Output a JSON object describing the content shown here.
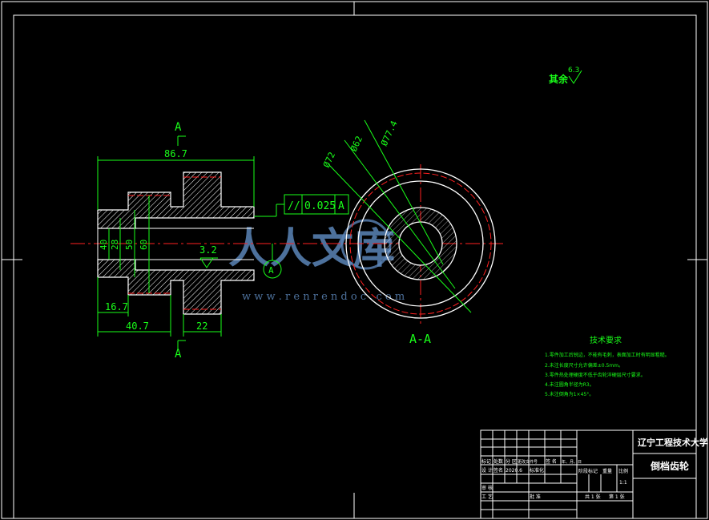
{
  "drawing": {
    "title_school": "辽宁工程技术大学",
    "part_name": "倒档齿轮",
    "scale": "1:1",
    "roughness_rest_label": "其余",
    "roughness_rest_value": "6.3",
    "roughness_bore_value": "3.2",
    "section_letter": "A",
    "section_view_label": "A-A",
    "datum_label": "A"
  },
  "tolerance": {
    "symbol": "//",
    "value": "0.025",
    "datum": "A"
  },
  "dimensions": {
    "overall_length": "86.7",
    "hub_length": "40.7",
    "shoulder_length": "16.7",
    "tooth_width": "22",
    "d_40": "40",
    "d_28": "28",
    "d_50": "50",
    "d_60": "60",
    "phi_outer": "Ø77.4",
    "phi_pitch": "Ø62",
    "phi_root": "Ø72"
  },
  "tech_requirements": {
    "title": "技术要求",
    "items": [
      "1.零件加工后锐边，不能有毛刺，表面加工时有明显粗糙。",
      "2.未注长度尺寸允许偏差±0.5mm。",
      "3.零件热处理硬度不低于齿轮淬硬层尺寸要求。",
      "4.未注圆角半径为R3。",
      "5.未注倒角为1×45°。"
    ]
  },
  "title_block": {
    "row_labels": [
      "标记",
      "处数",
      "分 区",
      "更改文件号",
      "签 名",
      "年、月、日"
    ],
    "row2": [
      "设 计",
      "签名",
      "2020.6",
      "标准化"
    ],
    "stage_headers": [
      "阶段标记",
      "重量",
      "比例"
    ],
    "review_label": "审 核",
    "process_label": "工 艺",
    "approve_label": "批 准",
    "sheet_info": [
      "共 1 张",
      "第 1 张"
    ]
  },
  "watermark": {
    "text": "人人文库",
    "url": "w w w . r e n r e n d o c . c o m"
  }
}
